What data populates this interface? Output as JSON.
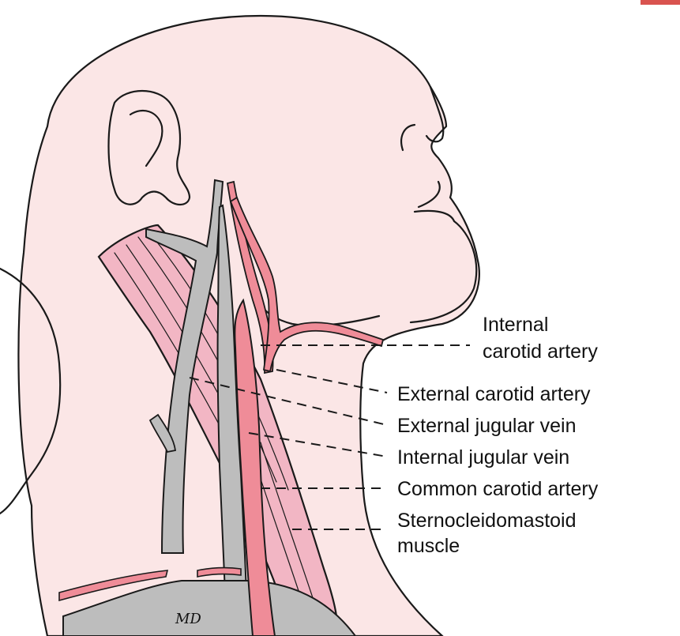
{
  "labels": {
    "internal_carotid_line1": "Internal",
    "internal_carotid_line2": "carotid artery",
    "external_carotid": "External carotid artery",
    "external_jugular": "External jugular vein",
    "internal_jugular": "Internal jugular vein",
    "common_carotid": "Common carotid artery",
    "scm_line1": "Sternocleidomastoid",
    "scm_line2": "muscle"
  },
  "signature": "MD",
  "colors": {
    "skin": "#fbe6e6",
    "muscle": "#f2b6c4",
    "artery": "#ef8c98",
    "vein": "#bdbdbd",
    "outline": "#1a1a1a"
  }
}
